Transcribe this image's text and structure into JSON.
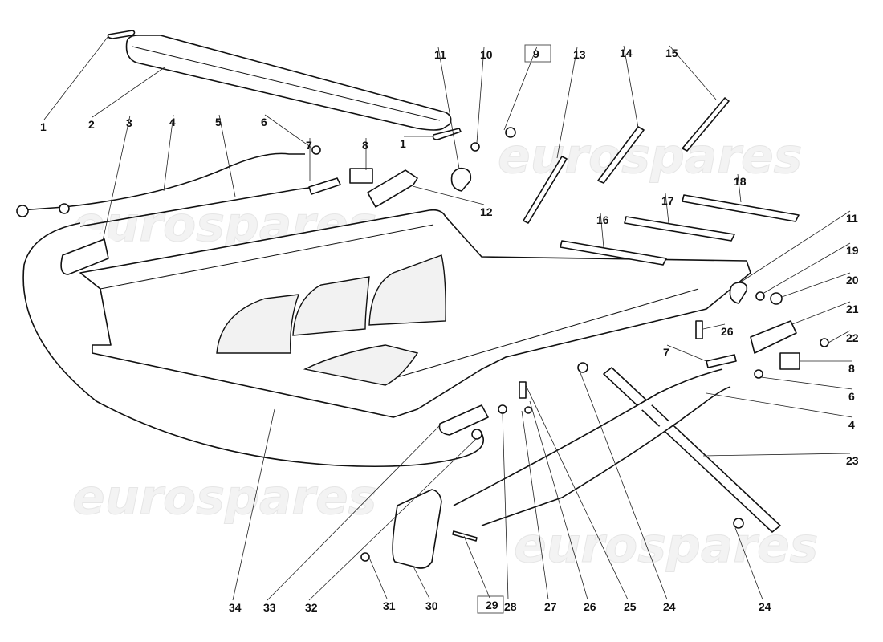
{
  "diagram": {
    "title": "Engine lid / rear hood assembly exploded view",
    "watermark": "eurospares",
    "callouts": [
      {
        "id": "c1a",
        "label": "1"
      },
      {
        "id": "c2",
        "label": "2"
      },
      {
        "id": "c3",
        "label": "3"
      },
      {
        "id": "c4a",
        "label": "4"
      },
      {
        "id": "c5",
        "label": "5"
      },
      {
        "id": "c6a",
        "label": "6"
      },
      {
        "id": "c7a",
        "label": "7"
      },
      {
        "id": "c8a",
        "label": "8"
      },
      {
        "id": "c1b",
        "label": "1"
      },
      {
        "id": "c11a",
        "label": "11"
      },
      {
        "id": "c10",
        "label": "10"
      },
      {
        "id": "c9",
        "label": "9",
        "boxed": true
      },
      {
        "id": "c13",
        "label": "13"
      },
      {
        "id": "c14",
        "label": "14"
      },
      {
        "id": "c15",
        "label": "15"
      },
      {
        "id": "c12",
        "label": "12"
      },
      {
        "id": "c18",
        "label": "18"
      },
      {
        "id": "c17",
        "label": "17"
      },
      {
        "id": "c16",
        "label": "16"
      },
      {
        "id": "c11b",
        "label": "11"
      },
      {
        "id": "c19",
        "label": "19"
      },
      {
        "id": "c20",
        "label": "20"
      },
      {
        "id": "c21",
        "label": "21"
      },
      {
        "id": "c26a",
        "label": "26"
      },
      {
        "id": "c22",
        "label": "22"
      },
      {
        "id": "c7b",
        "label": "7"
      },
      {
        "id": "c8b",
        "label": "8"
      },
      {
        "id": "c6b",
        "label": "6"
      },
      {
        "id": "c4b",
        "label": "4"
      },
      {
        "id": "c23",
        "label": "23"
      },
      {
        "id": "c34",
        "label": "34"
      },
      {
        "id": "c33",
        "label": "33"
      },
      {
        "id": "c32",
        "label": "32"
      },
      {
        "id": "c31",
        "label": "31"
      },
      {
        "id": "c30",
        "label": "30"
      },
      {
        "id": "c29",
        "label": "29",
        "boxed": true
      },
      {
        "id": "c28",
        "label": "28"
      },
      {
        "id": "c27",
        "label": "27"
      },
      {
        "id": "c26b",
        "label": "26"
      },
      {
        "id": "c25",
        "label": "25"
      },
      {
        "id": "c24a",
        "label": "24"
      },
      {
        "id": "c24b",
        "label": "24"
      }
    ]
  }
}
